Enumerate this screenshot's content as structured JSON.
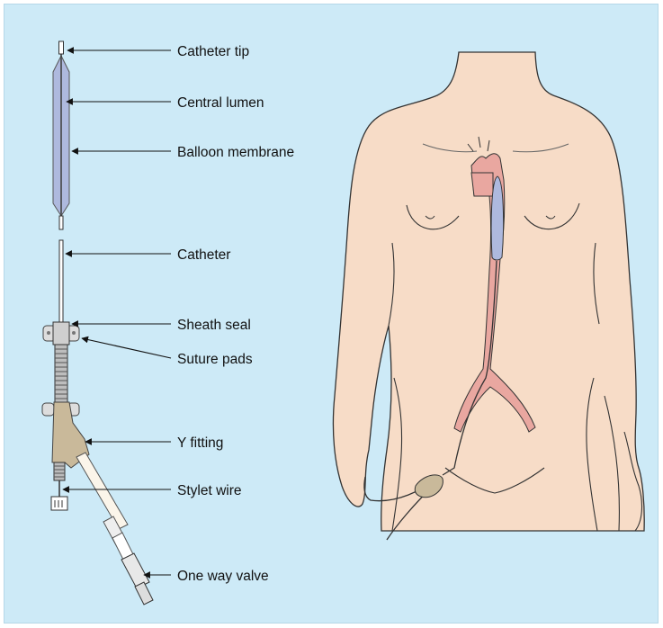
{
  "labels": {
    "catheter_tip": "Catheter tip",
    "central_lumen": "Central lumen",
    "balloon_membrane": "Balloon membrane",
    "catheter": "Catheter",
    "sheath_seal": "Sheath seal",
    "suture_pads": "Suture pads",
    "y_fitting": "Y fitting",
    "stylet_wire": "Stylet wire",
    "one_way_valve": "One way valve"
  },
  "colors": {
    "background": "#cdeaf7",
    "skin": "#f7dcc7",
    "balloon": "#aeb9de",
    "aorta": "#e9a7a0",
    "y_fitting": "#c9b99a",
    "device_metal": "#dcdcdc"
  }
}
